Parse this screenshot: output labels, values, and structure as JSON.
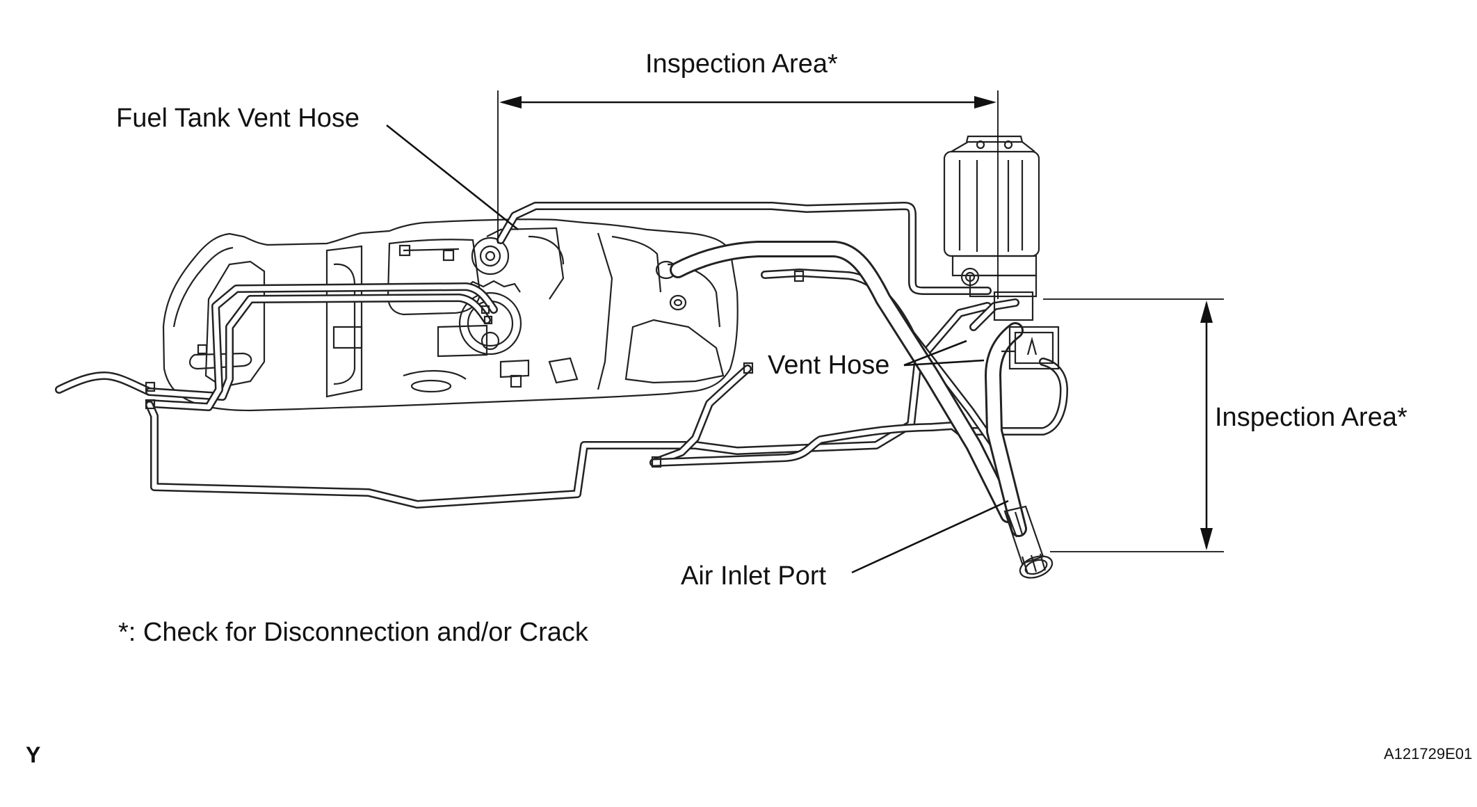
{
  "labels": {
    "inspection_area_top": "Inspection Area*",
    "inspection_area_right": "Inspection Area*",
    "fuel_tank_vent_hose": "Fuel Tank Vent Hose",
    "vent_hose": "Vent Hose",
    "air_inlet_port": "Air Inlet Port",
    "footnote": "*: Check for Disconnection and/or Crack",
    "corner_mark": "Y",
    "figure_code": "A121729E01"
  }
}
